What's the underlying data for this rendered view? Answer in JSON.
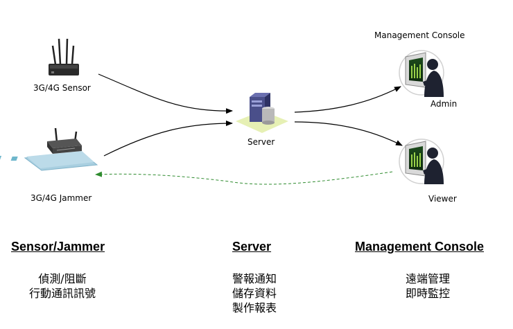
{
  "nodes": {
    "sensor": {
      "label": "3G/4G Sensor"
    },
    "jammer": {
      "label": "3G/4G Jammer"
    },
    "server": {
      "label": "Server"
    },
    "console": {
      "label": "Management Console"
    },
    "admin": {
      "label": "Admin"
    },
    "viewer": {
      "label": "Viewer"
    }
  },
  "columns": [
    {
      "title": "Sensor/Jammer",
      "lines": [
        "偵測/阻斷",
        "行動通訊訊號"
      ]
    },
    {
      "title": "Server",
      "lines": [
        "警報通知",
        "儲存資料",
        "製作報表"
      ]
    },
    {
      "title": "Management Console",
      "lines": [
        "遠端管理",
        "即時監控"
      ]
    }
  ],
  "colors": {
    "solid_edge": "#000000",
    "dashed_edge": "#2e8b2e",
    "server_base": "#e6f0b4"
  }
}
